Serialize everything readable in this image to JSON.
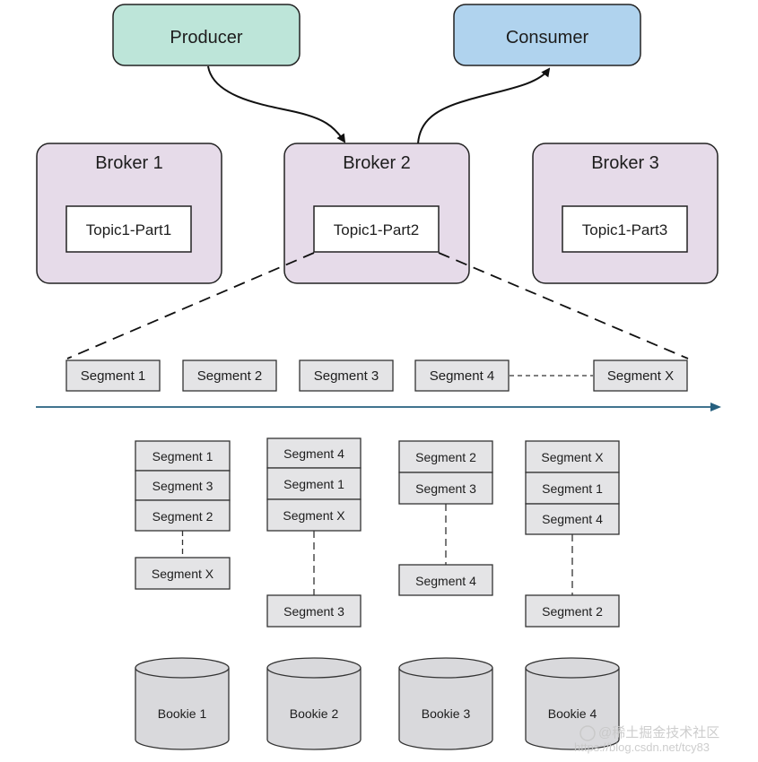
{
  "producer": {
    "label": "Producer",
    "color": "#bde5d9"
  },
  "consumer": {
    "label": "Consumer",
    "color": "#b0d3ee"
  },
  "brokers": [
    {
      "label": "Broker 1",
      "partition": "Topic1-Part1"
    },
    {
      "label": "Broker 2",
      "partition": "Topic1-Part2"
    },
    {
      "label": "Broker 3",
      "partition": "Topic1-Part3"
    }
  ],
  "broker_color": "#e6dbe9",
  "segment_color": "#e4e4e6",
  "partition_segments": [
    "Segment 1",
    "Segment 2",
    "Segment 3",
    "Segment 4",
    "Segment X"
  ],
  "arrow_color": "#26607f",
  "bookies": [
    {
      "label": "Bookie 1",
      "stack": [
        "Segment 1",
        "Segment 3",
        "Segment 2"
      ],
      "tail": "Segment X"
    },
    {
      "label": "Bookie 2",
      "stack": [
        "Segment 4",
        "Segment 1",
        "Segment X"
      ],
      "tail": "Segment 3"
    },
    {
      "label": "Bookie 3",
      "stack": [
        "Segment 2",
        "Segment 3"
      ],
      "tail": "Segment 4"
    },
    {
      "label": "Bookie 4",
      "stack": [
        "Segment X",
        "Segment 1",
        "Segment 4"
      ],
      "tail": "Segment 2"
    }
  ],
  "bookie_color": "#d9d9dc",
  "watermark": {
    "text": "@稀土掘金技术社区",
    "subtext": "https://blog.csdn.net/tcy83"
  }
}
